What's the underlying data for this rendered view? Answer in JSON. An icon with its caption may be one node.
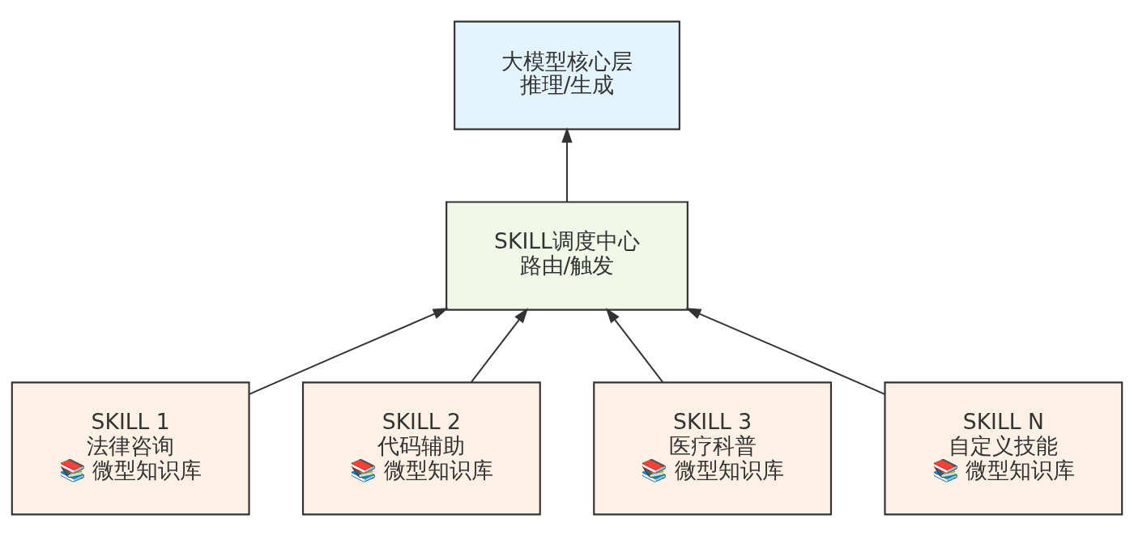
{
  "diagram": {
    "nodes": [
      {
        "text": [
          "大模型核心层",
          "推理/生成"
        ]
      },
      {
        "text": [
          "SKILL调度中心",
          "路由/触发"
        ]
      },
      {
        "text": [
          "SKILL 1",
          "法律咨询",
          "📚 微型知识库"
        ]
      },
      {
        "text": [
          "SKILL 2",
          "代码辅助",
          "📚 微型知识库"
        ]
      },
      {
        "text": [
          "SKILL 3",
          "医疗科普",
          "📚 微型知识库"
        ]
      },
      {
        "text": [
          "SKILL N",
          "自定义技能",
          "📚 微型知识库"
        ]
      }
    ],
    "edges": [
      {
        "from": 1,
        "to": 0,
        "arrow": "to"
      },
      {
        "from": 2,
        "to": 1,
        "arrow": "to"
      },
      {
        "from": 3,
        "to": 1,
        "arrow": "to"
      },
      {
        "from": 4,
        "to": 1,
        "arrow": "to"
      },
      {
        "from": 5,
        "to": 1,
        "arrow": "to"
      }
    ]
  }
}
